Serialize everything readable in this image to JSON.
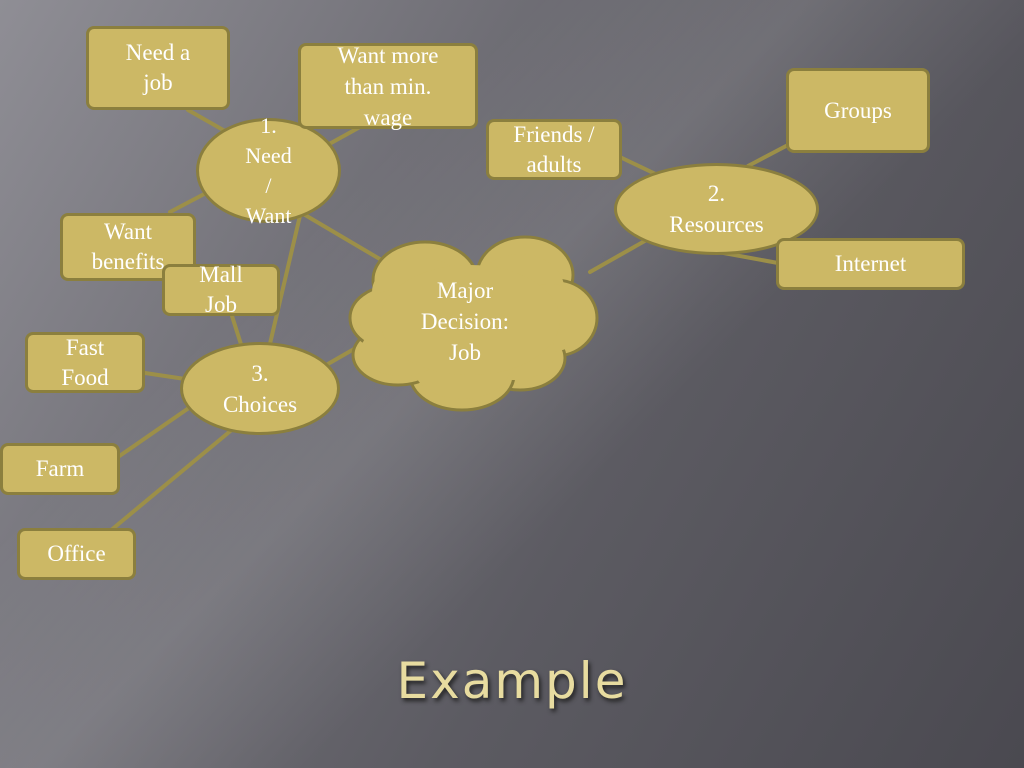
{
  "diagram": {
    "center": "Major\nDecision:\nJob",
    "need_want": "1.\nNeed\n/\nWant",
    "resources": "2.\nResources",
    "choices": "3.\nChoices",
    "need_a_job": "Need a\njob",
    "want_more": "Want more\nthan min.\nwage",
    "want_benefits": "Want\nbenefits",
    "mall_job": "Mall\nJob",
    "friends_adults": "Friends /\nadults",
    "groups": "Groups",
    "internet": "Internet",
    "fast_food": "Fast\nFood",
    "farm": "Farm",
    "office": "Office"
  },
  "slide": {
    "title": "Example"
  },
  "colors": {
    "node_fill": "#ccb865",
    "node_border": "#8b7f3e",
    "line": "#9c8f48"
  }
}
